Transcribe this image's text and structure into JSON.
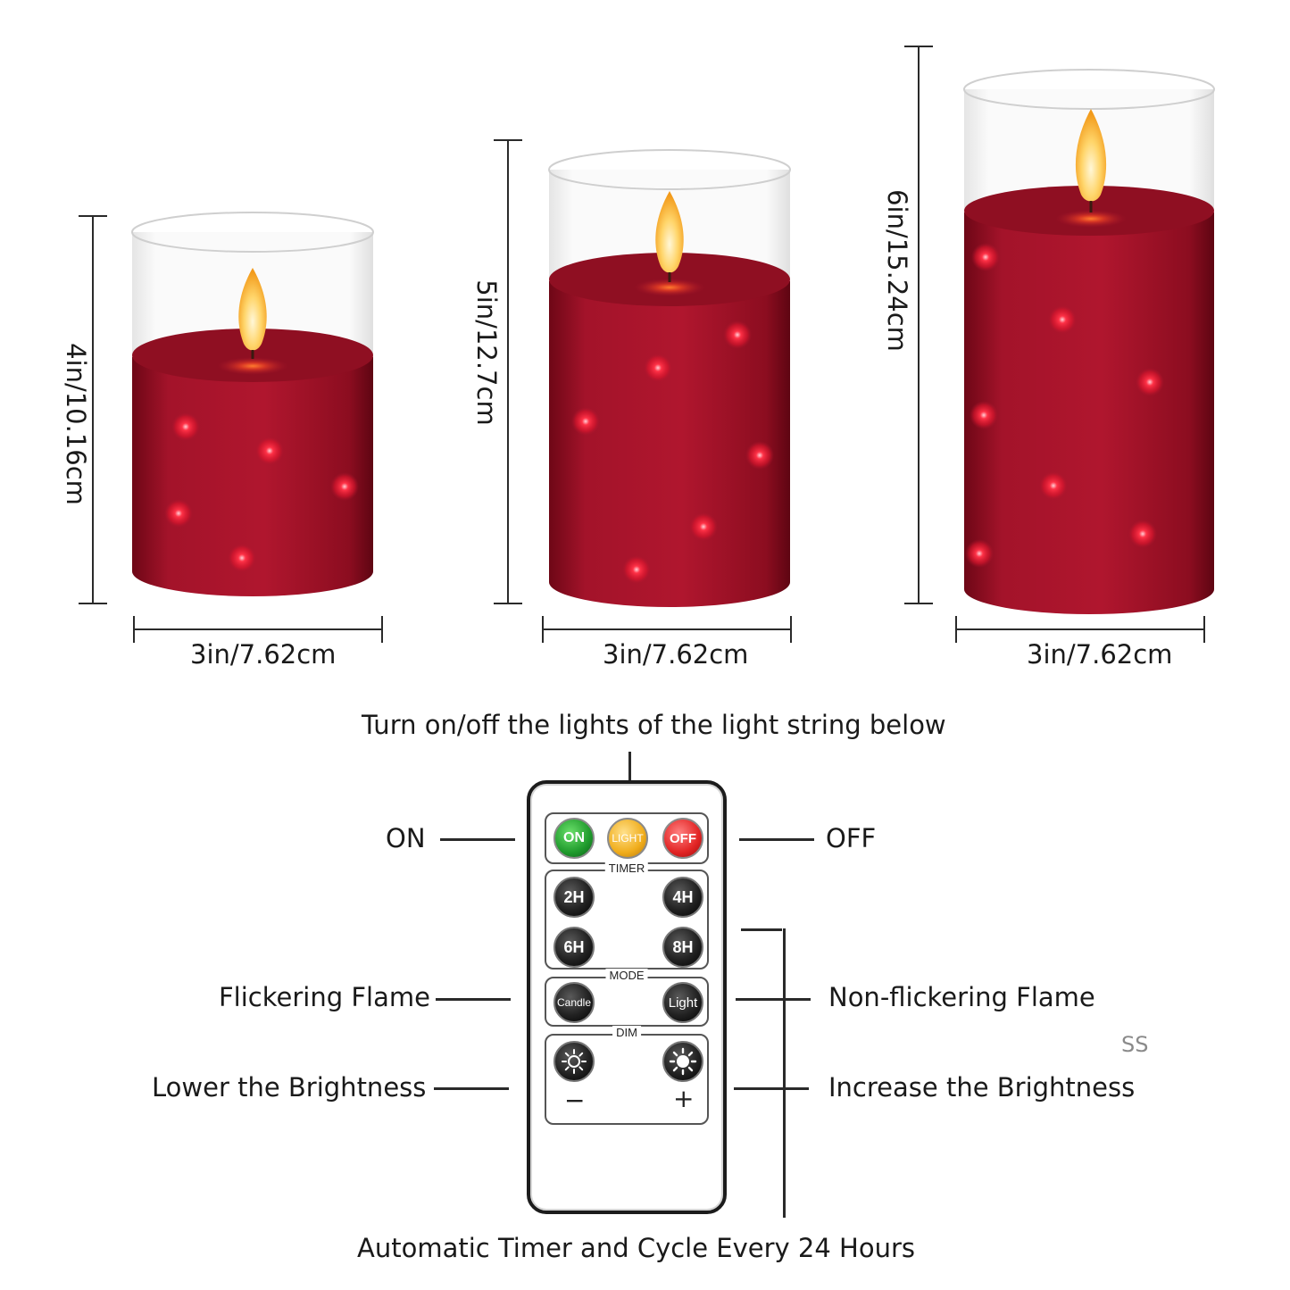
{
  "dimensions": {
    "small_height": "4in/10.16cm",
    "medium_height": "5in/12.7cm",
    "large_height": "6in/15.24cm",
    "small_width": "3in/7.62cm",
    "medium_width": "3in/7.62cm",
    "large_width": "3in/7.62cm"
  },
  "top_caption": "Turn on/off the lights of the light string below",
  "bottom_caption": "Automatic Timer and Cycle Every 24 Hours",
  "labels": {
    "on": "ON",
    "off": "OFF",
    "flickering": "Flickering Flame",
    "non_flickering": "Non-flickering Flame",
    "lower": "Lower the Brightness",
    "increase": "Increase the Brightness",
    "watermark": "SS"
  },
  "remote": {
    "on": "ON",
    "light": "LIGHT",
    "off": "OFF",
    "timer_title": "TIMER",
    "t2": "2H",
    "t4": "4H",
    "t6": "6H",
    "t8": "8H",
    "mode_title": "MODE",
    "candle": "Candle",
    "light_mode": "Light",
    "dim_title": "DIM",
    "minus": "−",
    "plus": "+"
  },
  "colors": {
    "wax": "#9e1226",
    "glow": "#ff2a3c"
  }
}
